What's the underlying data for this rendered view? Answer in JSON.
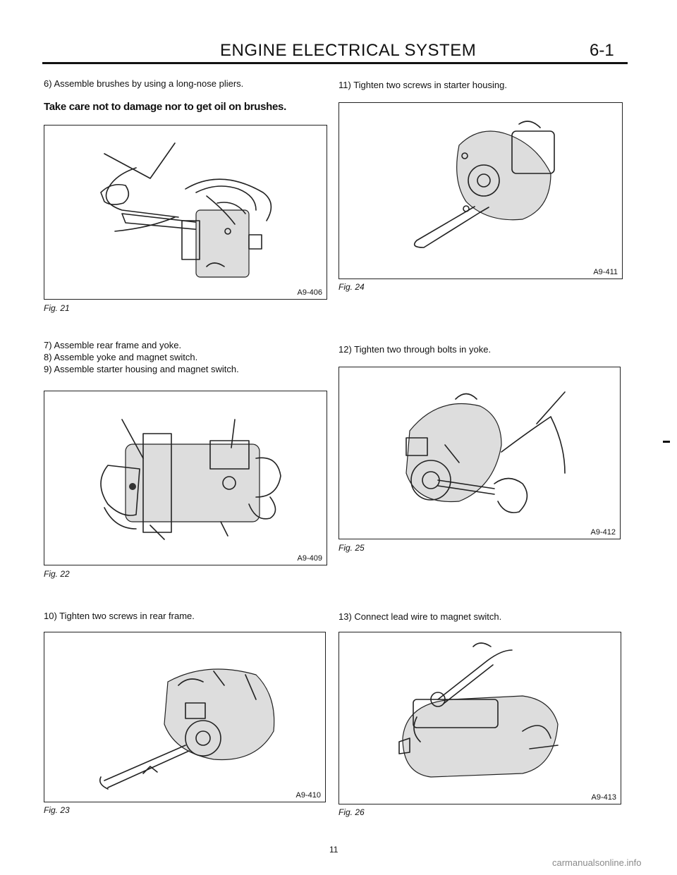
{
  "header": {
    "title": "ENGINE ELECTRICAL SYSTEM",
    "page_ref": "6-1"
  },
  "steps": {
    "s6": "6) Assemble brushes by using a long-nose pliers.",
    "warning": "Take care not to damage nor to get oil on brushes.",
    "s7": "7) Assemble rear frame and yoke.",
    "s8": "8) Assemble yoke and magnet switch.",
    "s9": "9) Assemble starter housing and magnet switch.",
    "s10": "10) Tighten two screws in rear frame.",
    "s11": "11) Tighten two screws in starter housing.",
    "s12": "12) Tighten two through bolts in yoke.",
    "s13": "13) Connect lead wire to magnet switch."
  },
  "figures": [
    {
      "caption": "Fig. 21",
      "code": "A9-406"
    },
    {
      "caption": "Fig. 22",
      "code": "A9-409"
    },
    {
      "caption": "Fig. 23",
      "code": "A9-410"
    },
    {
      "caption": "Fig. 24",
      "code": "A9-411"
    },
    {
      "caption": "Fig. 25",
      "code": "A9-412"
    },
    {
      "caption": "Fig. 26",
      "code": "A9-413"
    }
  ],
  "footer": {
    "page_number": "11",
    "watermark": "carmanualsonline.info"
  }
}
